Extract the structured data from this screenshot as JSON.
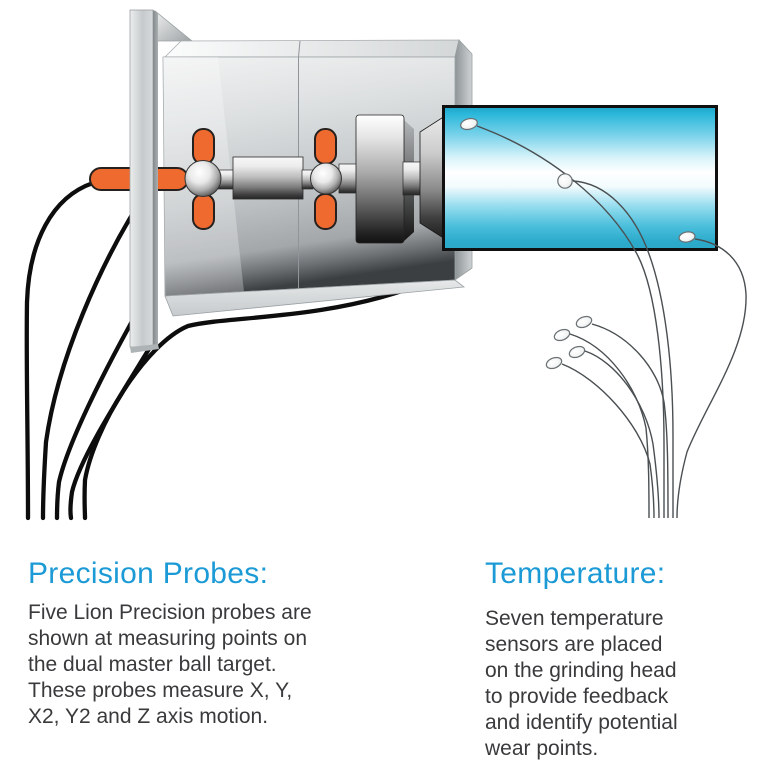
{
  "figure": {
    "colors": {
      "heading_cyan": "#1B9AD6",
      "body_text_gray": "#3A3A3C",
      "probe_orange": "#EE6A2F",
      "grinding_head_cyan": "#29B2D4",
      "probe_cable_black": "#0D0D0D",
      "sensor_wire_gray": "#4A4F52"
    }
  },
  "sections": [
    {
      "heading": "Precision Probes:",
      "body": "Five Lion Precision probes are\nshown at measuring points on\nthe dual master ball target.\nThese probes measure X, Y,\nX2, Y2 and Z axis motion."
    },
    {
      "heading": "Temperature:",
      "body": "Seven temperature\nsensors are placed\non the grinding head\nto provide feedback\nand identify potential\nwear points."
    }
  ]
}
